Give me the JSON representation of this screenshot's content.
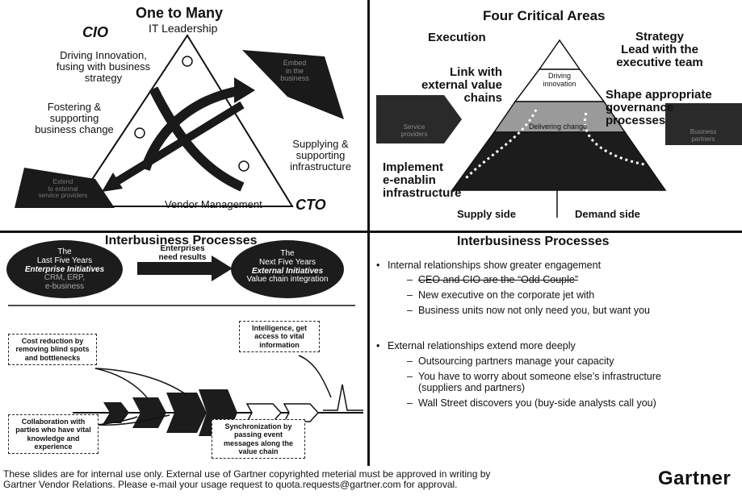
{
  "q1": {
    "title": "One to Many",
    "subtitle": "IT Leadership",
    "cio": "CIO",
    "cto": "CTO",
    "driving": [
      "Driving Innovation,",
      "fusing with business",
      "strategy"
    ],
    "fostering": [
      "Fostering &",
      "supporting",
      "business change"
    ],
    "supplying": [
      "Supplying &",
      "supporting",
      "infrastructure"
    ],
    "vendor": "Vendor Management",
    "embed": [
      "Embed",
      "in the",
      "business"
    ],
    "external": [
      "Extend",
      "to external",
      "service providers"
    ]
  },
  "q2": {
    "title": "Four Critical Areas",
    "execution": "Execution",
    "strategy": [
      "Strategy",
      "Lead with the",
      "executive team"
    ],
    "link": [
      "Link with",
      "external value",
      "chains"
    ],
    "shape": [
      "Shape appropriate",
      "governance",
      "processes"
    ],
    "implement": [
      "Implement",
      "e-enablin",
      "infrastructure"
    ],
    "driving_innovation": [
      "Driving",
      "innovation"
    ],
    "delivering_change": "Delivering change",
    "service_providers": [
      "Service",
      "providers"
    ],
    "business_partners": [
      "Business",
      "partners"
    ],
    "supply_side": "Supply side",
    "demand_side": "Demand side"
  },
  "q3": {
    "title": "Interbusiness Processes",
    "left_oval": [
      "The",
      "Last Five Years",
      "Enterprise Initiatives",
      "CRM, ERP,",
      "e-business"
    ],
    "middle": [
      "Enterprises",
      "need results"
    ],
    "right_oval": [
      "The",
      "Next Five Years",
      "External Initiatives",
      "Value chain integration"
    ],
    "box_cost": [
      "Cost reduction by",
      "removing blind spots",
      "and bottlenecks"
    ],
    "box_intel": [
      "Intelligence, get",
      "access to vital",
      "information"
    ],
    "box_collab": [
      "Collaboration with",
      "parties who have vital",
      "knowledge and",
      "experience"
    ],
    "box_sync": [
      "Synchronization by",
      "passing event",
      "messages along the",
      "value chain"
    ]
  },
  "q4": {
    "title": "Interbusiness Processes",
    "bullet1": "Internal relationships show greater engagement",
    "sub1": [
      "CEO and CIO are the “Odd Couple”",
      "New executive on the corporate jet with",
      "Business units now not only need you, but want you"
    ],
    "bullet2": "External relationships extend more deeply",
    "sub2": [
      "Outsourcing partners manage your capacity",
      "You have to worry about someone else’s infrastructure",
      "(suppliers and partners)",
      "Wall Street discovers you (buy-side analysts call you)"
    ]
  },
  "footer": {
    "line1": "These slides are for internal use only. External use of Gartner copyrighted meterial must be approved in writing by",
    "line2": "Gartner Vendor Relations. Please e-mail your usage request to quota.requests@gartner.com for approval.",
    "logo": "Gartner"
  }
}
